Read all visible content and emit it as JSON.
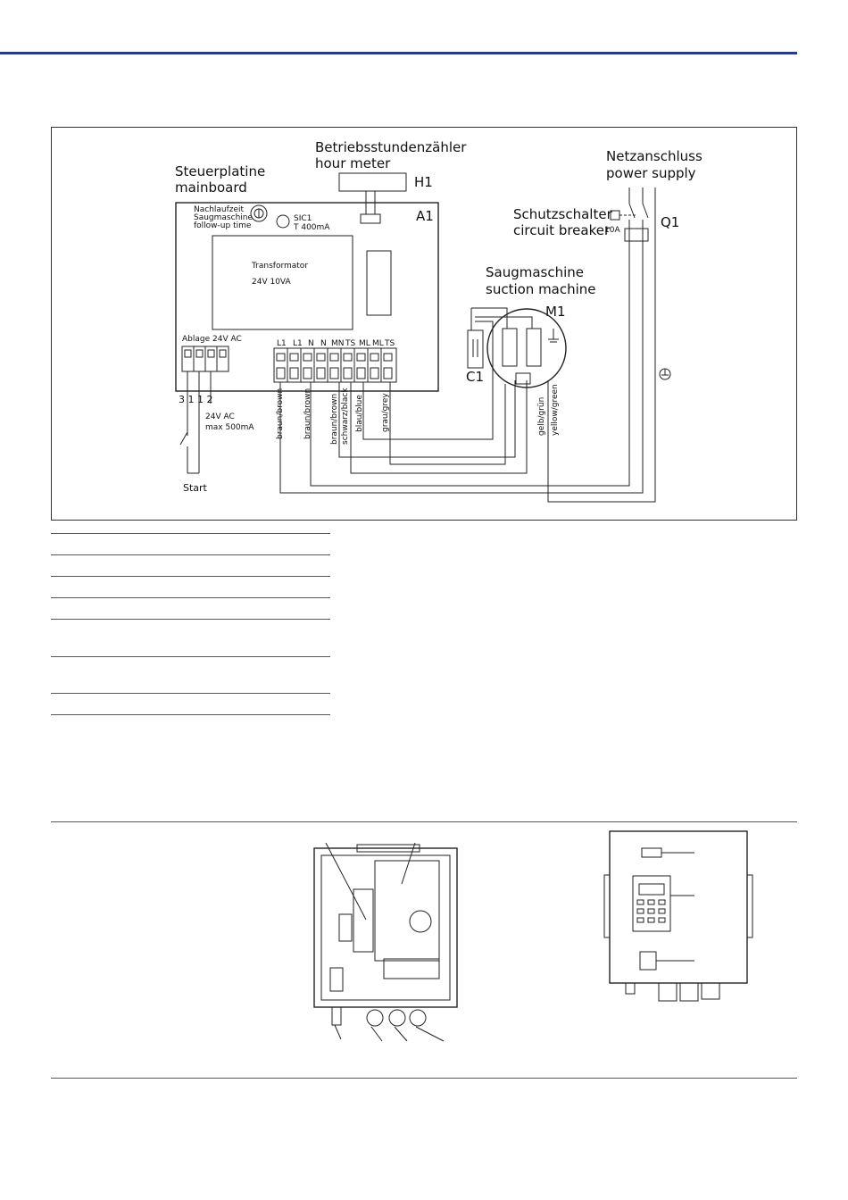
{
  "schematic": {
    "hour_meter": {
      "de": "Betriebsstundenzähler",
      "en": "hour meter",
      "ref": "H1"
    },
    "mainboard": {
      "de": "Steuerplatine",
      "en": "mainboard",
      "ref": "A1"
    },
    "follow_up": {
      "l1": "Nachlaufzeit",
      "l2": "Saugmaschine",
      "l3": "follow-up time"
    },
    "fuse": {
      "l1": "SIC1",
      "l2": "T 400mA"
    },
    "transformer": {
      "l1": "Transformator",
      "l2": "24V 10VA"
    },
    "ablage": "Ablage 24V AC",
    "ablage_terminals": "3 1 1 2",
    "out_rating": {
      "l1": "24V AC",
      "l2": "max 500mA"
    },
    "start": "Start",
    "terminal_labels": [
      "L1",
      "L1",
      "N",
      "N",
      "MN",
      "TS",
      "ML",
      "ML",
      "TS"
    ],
    "wires": [
      "braun/brown",
      "braun/brown",
      "braun/brown",
      "schwarz/black",
      "blau/blue",
      "grau/grey"
    ],
    "suction": {
      "de": "Saugmaschine",
      "en": "suction machine",
      "ref": "M1",
      "cap": "C1"
    },
    "pe_wire": {
      "de": "gelb/grün",
      "en": "yellow/green"
    },
    "power_supply": {
      "de": "Netzanschluss",
      "en": "power supply"
    },
    "breaker": {
      "de": "Schutzschalter",
      "en": "circuit breaker",
      "ref": "Q1",
      "rating": "10A"
    }
  },
  "legend_rows": [
    "",
    "",
    "",
    "",
    "",
    "",
    "",
    "",
    ""
  ]
}
